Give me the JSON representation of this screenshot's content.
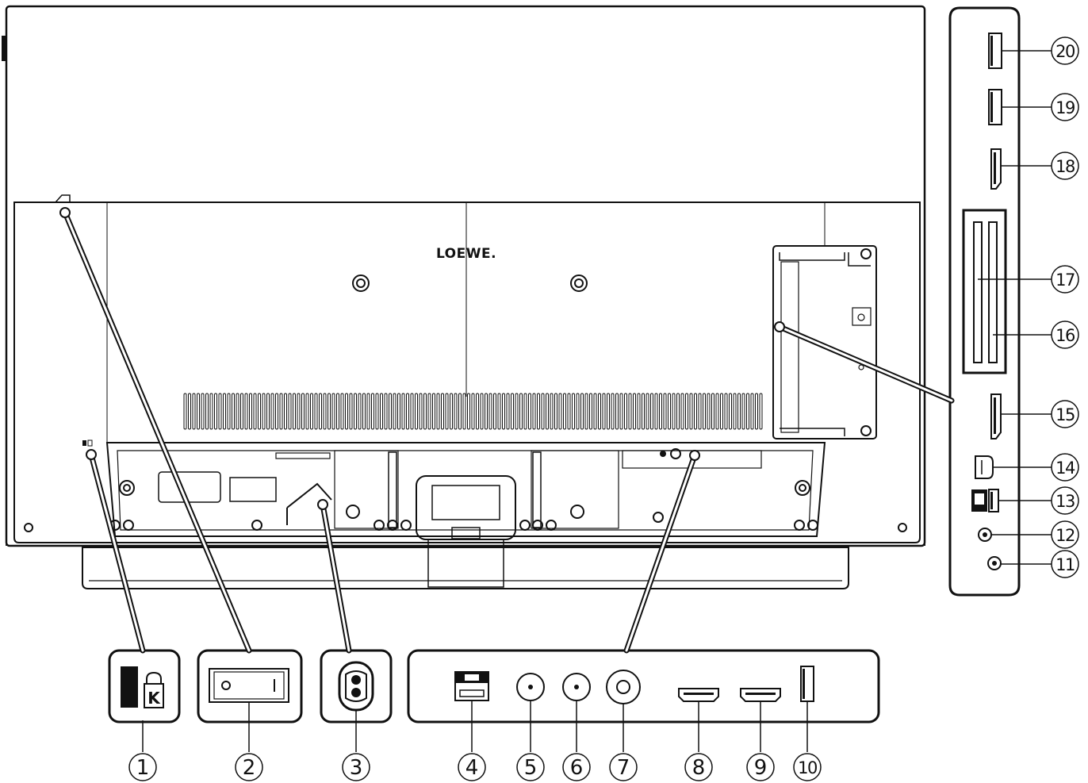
{
  "brand_logo": "LOEWE.",
  "callouts": {
    "c1": "1",
    "c2": "2",
    "c3": "3",
    "c4": "4",
    "c5": "5",
    "c6": "6",
    "c7": "7",
    "c8": "8",
    "c9": "9",
    "c10": "10",
    "c11": "11",
    "c12": "12",
    "c13": "13",
    "c14": "14",
    "c15": "15",
    "c16": "16",
    "c17": "17",
    "c18": "18",
    "c19": "19",
    "c20": "20"
  },
  "kensington_letter": "K"
}
